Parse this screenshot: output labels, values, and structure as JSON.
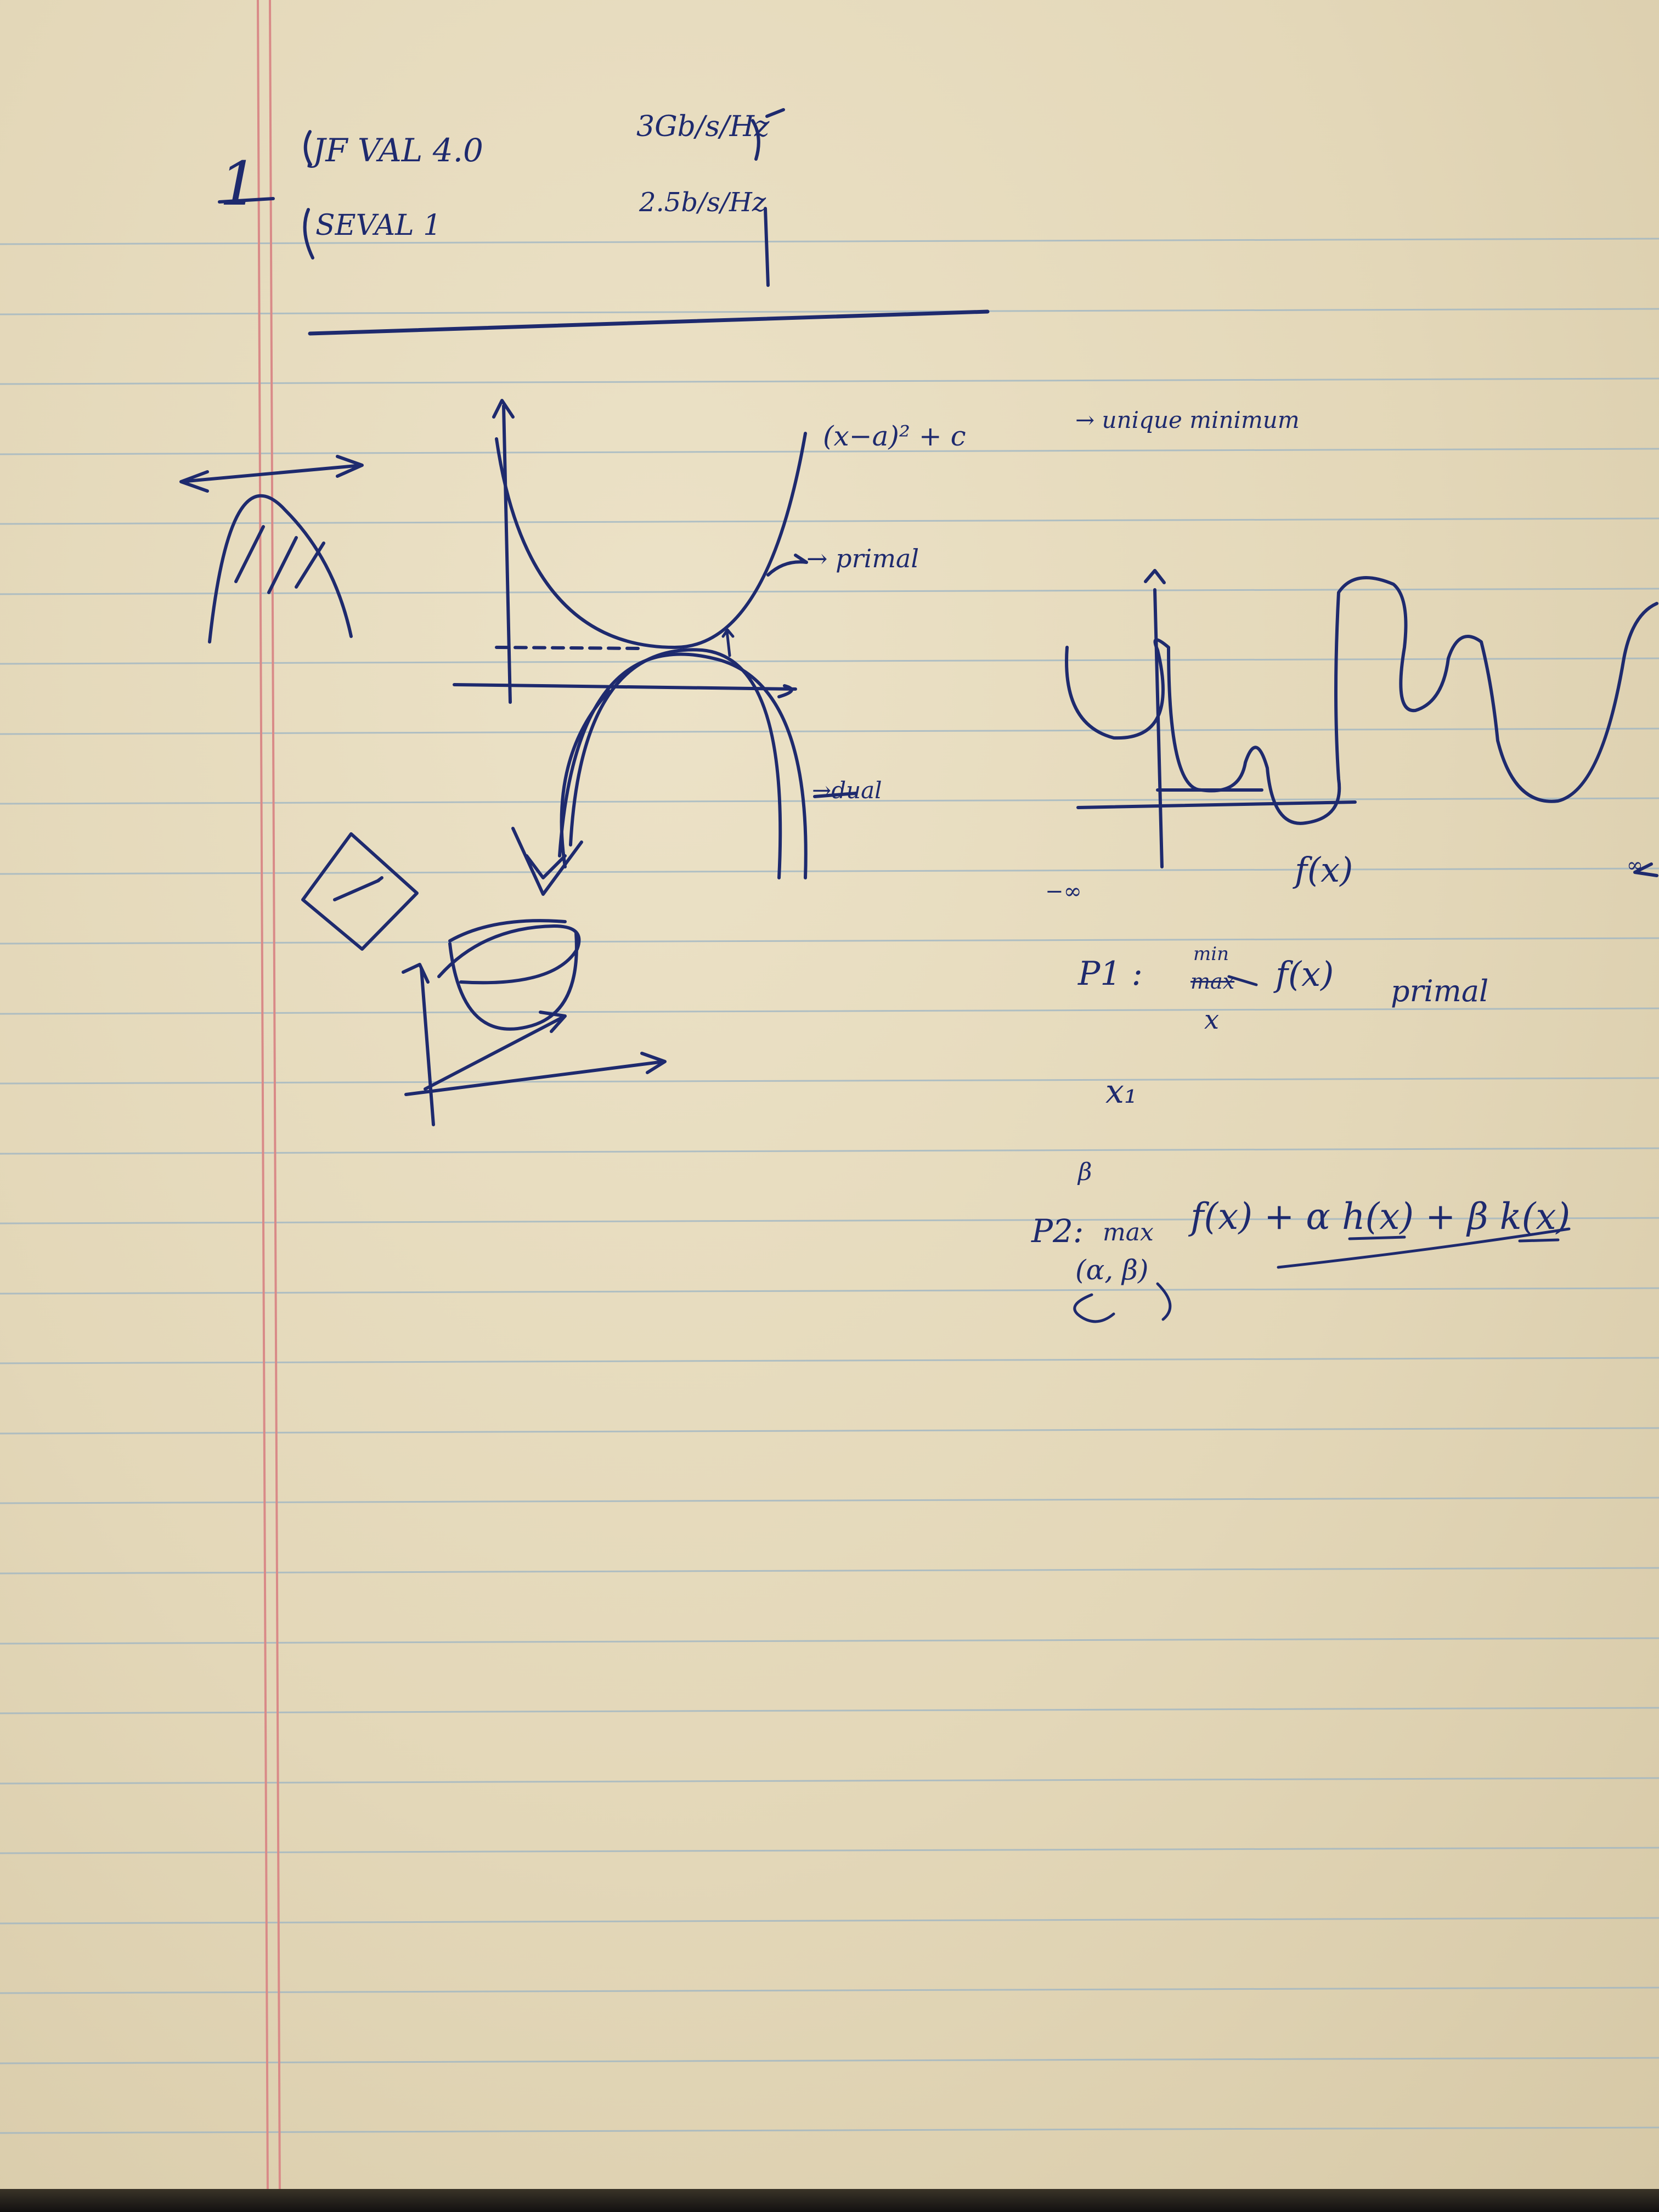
{
  "note": {
    "page_number": "1",
    "header_lines": [
      "JF VAL 4.0",
      "SEVAL 1"
    ],
    "header_rates": [
      "3Gb/s/Hz",
      "2.5b/s/Hz"
    ],
    "parabola_label": "(x−a)² + c",
    "unique_label": "→ unique minimum",
    "primal_label": "→ primal",
    "dual_label": "→dual",
    "fx_label": "f(x)",
    "neg_inf": "−∞",
    "pos_inf": "∞",
    "p1_label": "P1 :",
    "p1_op_new": "min",
    "p1_op_struck": "max",
    "p1_expr": "f(x)",
    "p1_var": "x",
    "p1_tag": "primal",
    "x1_label": "x₁",
    "beta_note": "β",
    "p2_label": "P2:",
    "p2_op": "max",
    "p2_expr": "f(x) + α h(x) + β k(x)",
    "p2_var": "(α, β)"
  },
  "colors": {
    "ink": "#1e2a6e",
    "paper": "#e6dbbd",
    "rule_line": "#9cb4c4",
    "margin_line": "#d98a88"
  }
}
